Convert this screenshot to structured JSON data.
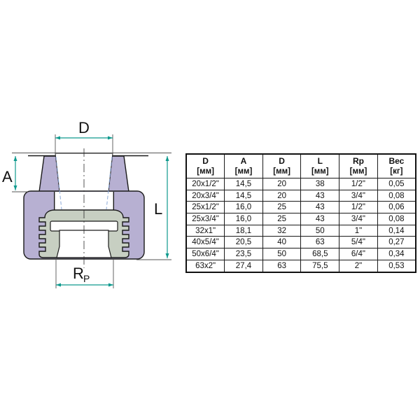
{
  "diagram": {
    "labels": {
      "d": "D",
      "a": "A",
      "l": "L",
      "rp_main": "R",
      "rp_sub": "P"
    },
    "colors": {
      "body": "#b7b0d2",
      "insert": "#c7cfc2",
      "dimension": "#0f9a8e",
      "hidden_line": "#8aa8d8",
      "outline": "#1a1a1a"
    }
  },
  "table": {
    "columns": [
      {
        "name": "D",
        "unit": "[мм]"
      },
      {
        "name": "A",
        "unit": "[мм]"
      },
      {
        "name": "D",
        "unit": "[мм]"
      },
      {
        "name": "L",
        "unit": "[мм]"
      },
      {
        "name": "Rp",
        "unit": "[мм]"
      },
      {
        "name": "Вес",
        "unit": "[кг]"
      }
    ],
    "rows": [
      [
        "20x1/2\"",
        "14,5",
        "20",
        "38",
        "1/2\"",
        "0,05"
      ],
      [
        "20x3/4\"",
        "14,5",
        "20",
        "43",
        "3/4\"",
        "0,08"
      ],
      [
        "25x1/2\"",
        "16,0",
        "25",
        "43",
        "1/2\"",
        "0,06"
      ],
      [
        "25x3/4\"",
        "16,0",
        "25",
        "43",
        "3/4\"",
        "0,08"
      ],
      [
        "32x1\"",
        "18,1",
        "32",
        "50",
        "1\"",
        "0,14"
      ],
      [
        "40x5/4\"",
        "20,5",
        "40",
        "63",
        "5/4\"",
        "0,27"
      ],
      [
        "50x6/4\"",
        "23,5",
        "50",
        "68,5",
        "6/4\"",
        "0,34"
      ],
      [
        "63x2\"",
        "27,4",
        "63",
        "75,5",
        "2\"",
        "0,53"
      ]
    ]
  }
}
